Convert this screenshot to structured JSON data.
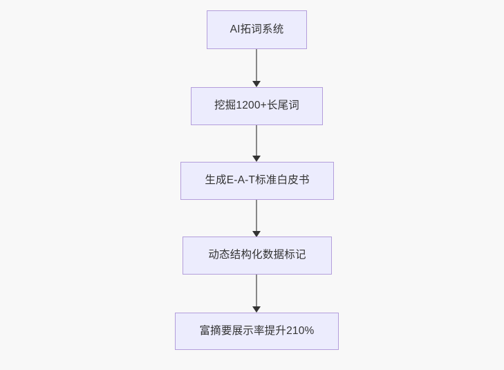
{
  "diagram": {
    "type": "flowchart",
    "direction": "top-to-bottom",
    "background_color": "#f8f8f8",
    "node_fill_color": "#ececfd",
    "node_border_color": "#b39ddb",
    "node_text_color": "#333333",
    "edge_line_color": "#888888",
    "edge_arrow_color": "#333333",
    "nodes": [
      {
        "id": "n1",
        "label": "AI拓词系统"
      },
      {
        "id": "n2",
        "label": "挖掘1200+长尾词"
      },
      {
        "id": "n3",
        "label": "生成E-A-T标准白皮书"
      },
      {
        "id": "n4",
        "label": "动态结构化数据标记"
      },
      {
        "id": "n5",
        "label": "富摘要展示率提升210%"
      }
    ],
    "edges": [
      {
        "from": "n1",
        "to": "n2",
        "arrow": "arrow-down-icon"
      },
      {
        "from": "n2",
        "to": "n3",
        "arrow": "arrow-down-icon"
      },
      {
        "from": "n3",
        "to": "n4",
        "arrow": "arrow-down-icon"
      },
      {
        "from": "n4",
        "to": "n5",
        "arrow": "arrow-down-icon"
      }
    ]
  }
}
